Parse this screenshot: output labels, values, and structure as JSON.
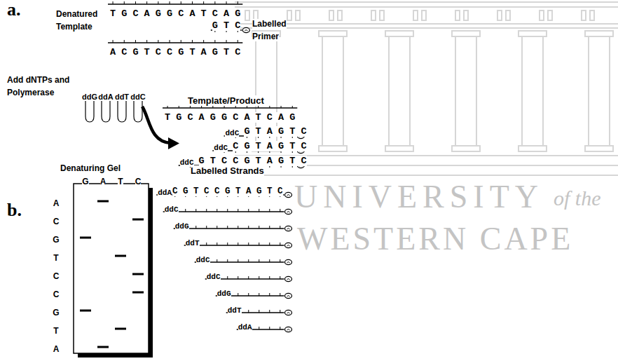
{
  "diagram": {
    "labels": [
      "a.",
      "Denatured Template",
      "T G C A G G C A T C A G",
      "G T C",
      "Labelled Primer",
      "A C G T C C G T A G T C",
      "Add dNTPs and Polymerase",
      "ddG",
      "ddA",
      "ddT",
      "ddC",
      "Template/Product",
      "T G C A G G C A T C A G",
      "ddC",
      "G T A G T C",
      "ddC",
      "C G T A G T C",
      "ddC",
      "G T C C G T A G T C",
      "b.",
      "Denaturing Gel",
      "G",
      "A",
      "T",
      "C",
      "A",
      "C",
      "G",
      "T",
      "C",
      "C",
      "G",
      "T",
      "A",
      "Labelled Strands",
      "ddA",
      "C G T C C G T A G T C",
      "ddC",
      "ddG",
      "ddT",
      "ddC",
      "ddC",
      "ddG",
      "ddT",
      "ddA",
      "UNIVERSITY",
      "of the",
      "WESTERN CAPE"
    ]
  }
}
